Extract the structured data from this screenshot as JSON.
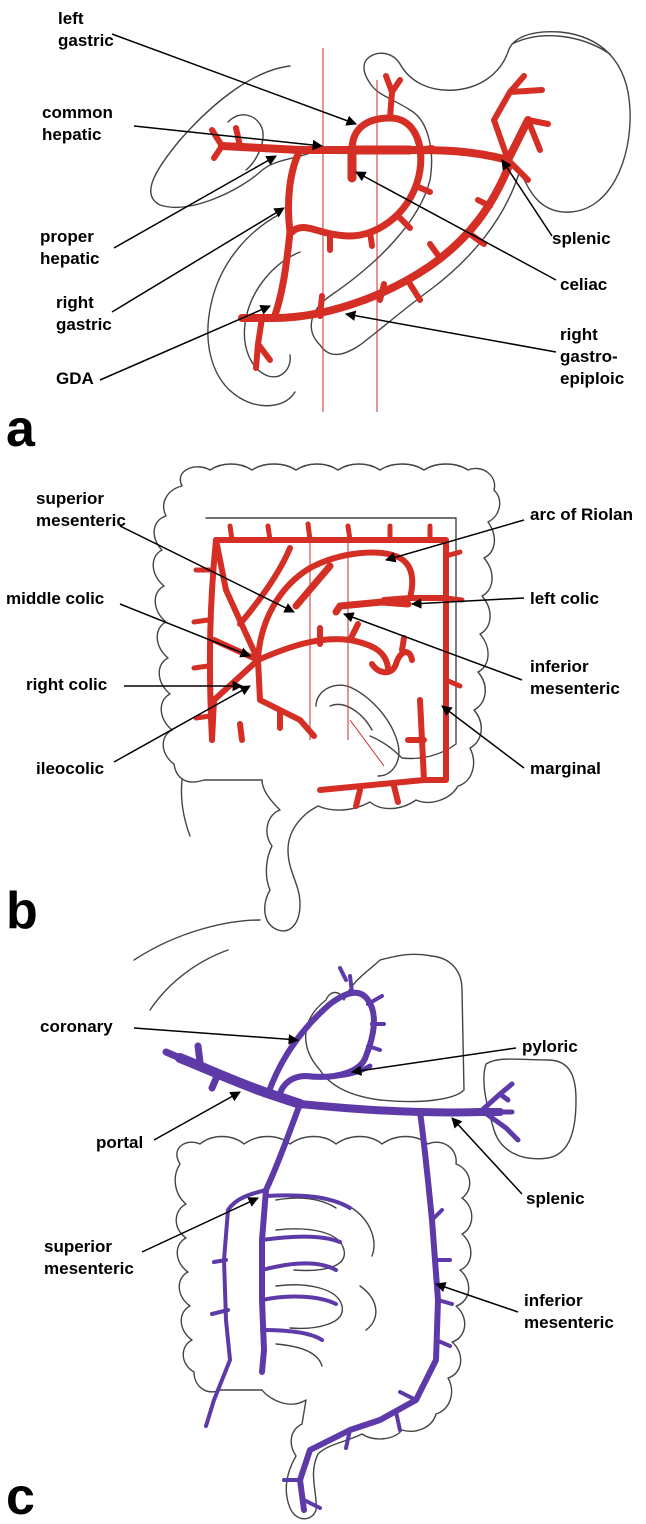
{
  "panels": {
    "a": {
      "letter": "a",
      "labels": {
        "left_gastric_1": "left",
        "left_gastric_2": "gastric",
        "common_hepatic_1": "common",
        "common_hepatic_2": "hepatic",
        "proper_hepatic_1": "proper",
        "proper_hepatic_2": "hepatic",
        "right_gastric_1": "right",
        "right_gastric_2": "gastric",
        "gda": "GDA",
        "splenic": "splenic",
        "celiac": "celiac",
        "rge_1": "right",
        "rge_2": "gastro-",
        "rge_3": "epiploic"
      }
    },
    "b": {
      "letter": "b",
      "labels": {
        "sma_1": "superior",
        "sma_2": "mesenteric",
        "middle_colic": "middle colic",
        "right_colic": "right colic",
        "ileocolic": "ileocolic",
        "arc_riolan": "arc of Riolan",
        "left_colic": "left colic",
        "ima_1": "inferior",
        "ima_2": "mesenteric",
        "marginal": "marginal"
      }
    },
    "c": {
      "letter": "c",
      "labels": {
        "coronary": "coronary",
        "portal": "portal",
        "pyloric": "pyloric",
        "splenic": "splenic",
        "smv_1": "superior",
        "smv_2": "mesenteric",
        "imv_1": "inferior",
        "imv_2": "mesenteric"
      }
    }
  },
  "colors": {
    "artery": "#d42e25",
    "vein": "#5d3aa8",
    "outline": "#444444",
    "text": "#000000"
  }
}
